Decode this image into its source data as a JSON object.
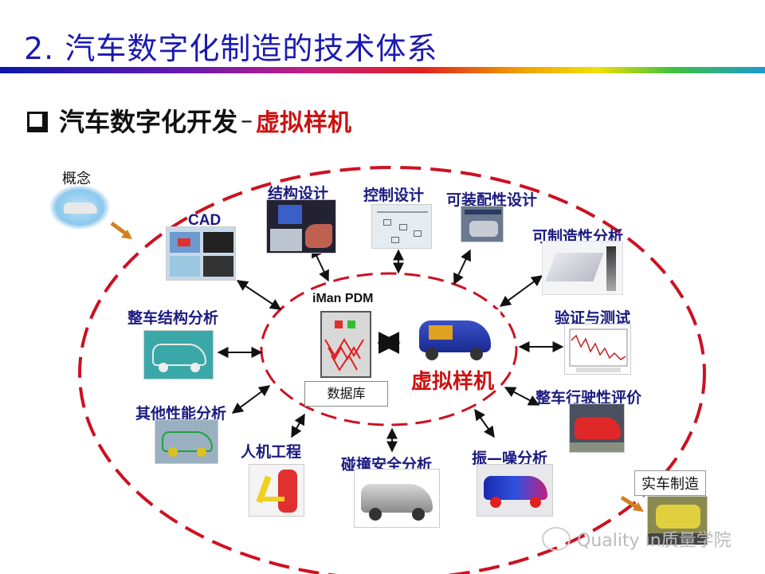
{
  "title": "2. 汽车数字化制造的技术体系",
  "subtitle": {
    "main": "汽车数字化开发",
    "dash": "–",
    "highlight": "虚拟样机"
  },
  "center": {
    "pdm_title": "iMan PDM",
    "database": "数据库",
    "virtual_prototype": "虚拟样机"
  },
  "nodes": {
    "concept": "概念",
    "cad": "CAD",
    "structure_design": "结构设计",
    "control_design": "控制设计",
    "assemblability": "可装配性设计",
    "manufacturability": "可制造性分析",
    "verify_test": "验证与测试",
    "vehicle_structure": "整车结构分析",
    "other_performance": "其他性能分析",
    "ergonomics": "人机工程",
    "crash_safety": "碰撞安全分析",
    "nvh": "振—噪分析",
    "driving_eval": "整车行驶性评价",
    "real_manufacturing": "实车制造"
  },
  "watermark": "Quality in质量学院",
  "colors": {
    "title": "#1a1ab0",
    "label": "#1a1a80",
    "highlight": "#cc1111",
    "ellipse": "#cc1122"
  }
}
